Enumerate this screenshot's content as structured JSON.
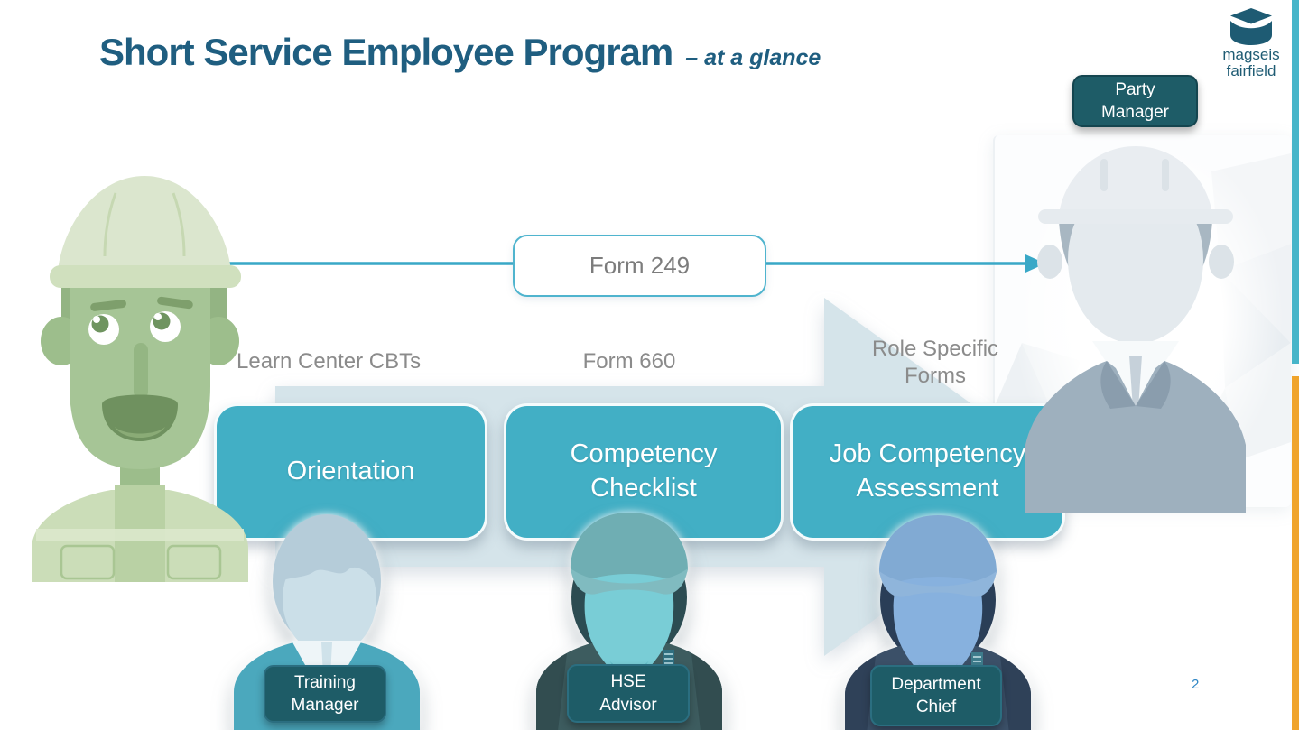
{
  "slide": {
    "title": "Short Service Employee Program",
    "subtitle": "– at a glance",
    "page_number": "2"
  },
  "logo": {
    "line1": "magseis",
    "line2": "fairfield"
  },
  "flow": {
    "direct_form": "Form 249",
    "party_manager_badge": "Party Manager",
    "stage_labels": [
      "Learn Center CBTs",
      "Form 660",
      "Role Specific Forms"
    ],
    "steps": [
      {
        "label": "Orientation",
        "owner": "Training Manager"
      },
      {
        "label": "Competency Checklist",
        "owner": "HSE Advisor"
      },
      {
        "label": "Job Competency Assessment",
        "owner": "Department Chief"
      }
    ]
  },
  "icons": {
    "logo": "magseis-fairfield-cube-logo",
    "worker": "new-employee-worker-avatar",
    "party_manager": "party-manager-hardhat-avatar",
    "training_manager": "training-manager-avatar",
    "hse_advisor": "hse-advisor-avatar",
    "department_chief": "department-chief-avatar",
    "flow_arrow": "right-arrow"
  },
  "colors": {
    "title_blue": "#1F5E80",
    "step_teal": "#42AFC5",
    "badge_dark_teal": "#1E5C67",
    "pale_arrow": "#D5E4EA",
    "line_teal": "#39A8C7",
    "edge_teal": "#47B5C9",
    "edge_orange": "#F0A42C",
    "label_gray": "#8B8B8B",
    "page_number_blue": "#2E86C5",
    "logo_teal": "#1E5B73"
  }
}
